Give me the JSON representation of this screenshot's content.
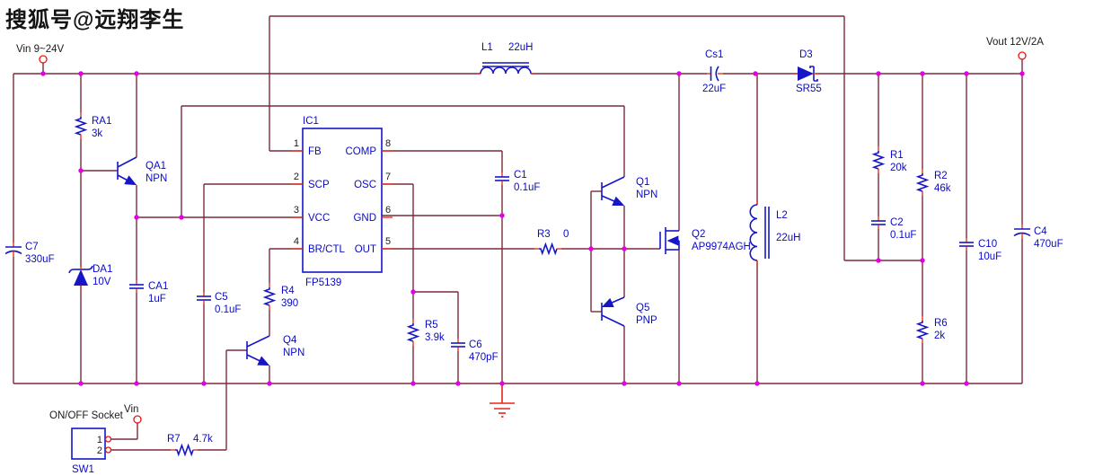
{
  "watermark": "搜狐号@远翔李生",
  "nets": {
    "vin": "Vin 9~24V",
    "vout": "Vout 12V/2A",
    "onoff_socket": "ON/OFF Socket",
    "vin_switch": "Vin"
  },
  "ic": {
    "ref": "IC1",
    "part": "FP5139",
    "pins_left": [
      {
        "num": "1",
        "name": "FB"
      },
      {
        "num": "2",
        "name": "SCP"
      },
      {
        "num": "3",
        "name": "VCC"
      },
      {
        "num": "4",
        "name": "BR/CTL"
      }
    ],
    "pins_right": [
      {
        "num": "8",
        "name": "COMP"
      },
      {
        "num": "7",
        "name": "OSC"
      },
      {
        "num": "6",
        "name": "GND"
      },
      {
        "num": "5",
        "name": "OUT"
      }
    ]
  },
  "switch": {
    "ref": "SW1",
    "pin1": "1",
    "pin2": "2"
  },
  "components": {
    "C7": {
      "ref": "C7",
      "value": "330uF"
    },
    "RA1": {
      "ref": "RA1",
      "value": "3k"
    },
    "QA1": {
      "ref": "QA1",
      "value": "NPN"
    },
    "DA1": {
      "ref": "DA1",
      "value": "10V"
    },
    "CA1": {
      "ref": "CA1",
      "value": "1uF"
    },
    "C5": {
      "ref": "C5",
      "value": "0.1uF"
    },
    "R4": {
      "ref": "R4",
      "value": "390"
    },
    "Q4": {
      "ref": "Q4",
      "value": "NPN"
    },
    "R7": {
      "ref": "R7",
      "value": "4.7k"
    },
    "R5": {
      "ref": "R5",
      "value": "3.9k"
    },
    "C6": {
      "ref": "C6",
      "value": "470pF"
    },
    "C1": {
      "ref": "C1",
      "value": "0.1uF"
    },
    "R3": {
      "ref": "R3",
      "value": "0"
    },
    "Q1": {
      "ref": "Q1",
      "value": "NPN"
    },
    "Q5": {
      "ref": "Q5",
      "value": "PNP"
    },
    "Q2": {
      "ref": "Q2",
      "value": "AP9974AGH"
    },
    "L1": {
      "ref": "L1",
      "value": "22uH"
    },
    "Cs1": {
      "ref": "Cs1",
      "value": "22uF"
    },
    "D3": {
      "ref": "D3",
      "value": "SR55"
    },
    "L2": {
      "ref": "L2",
      "value": "22uH"
    },
    "R1": {
      "ref": "R1",
      "value": "20k"
    },
    "C2": {
      "ref": "C2",
      "value": "0.1uF"
    },
    "R2": {
      "ref": "R2",
      "value": "46k"
    },
    "R6": {
      "ref": "R6",
      "value": "2k"
    },
    "C10": {
      "ref": "C10",
      "value": "10uF"
    },
    "C4": {
      "ref": "C4",
      "value": "470uF"
    }
  },
  "colors": {
    "wire": "#7c2b3c",
    "component": "#1616c8",
    "junction": "#e400e4",
    "pin_stub": "#f03018",
    "ground": "#e02818",
    "terminal": "#f01010",
    "label_blue": "#0a0ac8",
    "label_black": "#1a1a1a"
  }
}
